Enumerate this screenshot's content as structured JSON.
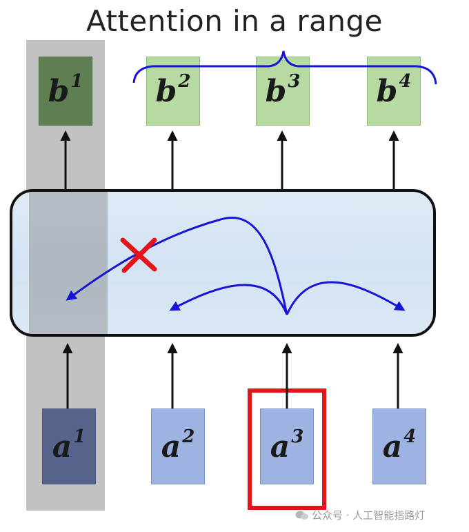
{
  "title": "Attention in a range",
  "outputs": [
    {
      "base": "b",
      "sup": "1"
    },
    {
      "base": "b",
      "sup": "2"
    },
    {
      "base": "b",
      "sup": "3"
    },
    {
      "base": "b",
      "sup": "4"
    }
  ],
  "inputs": [
    {
      "base": "a",
      "sup": "1"
    },
    {
      "base": "a",
      "sup": "2"
    },
    {
      "base": "a",
      "sup": "3"
    },
    {
      "base": "a",
      "sup": "4"
    }
  ],
  "watermark": "公众号 · 人工智能指路灯",
  "colors": {
    "attention_arrow": "#1515d6",
    "blocked_mark": "#e4141b",
    "selected_frame": "#e4141b",
    "output_box": "#b7d9a2",
    "input_box": "#9fb3e3"
  },
  "icons": {
    "blocked": "x-cross-icon",
    "watermark_logo": "wechat-icon"
  }
}
